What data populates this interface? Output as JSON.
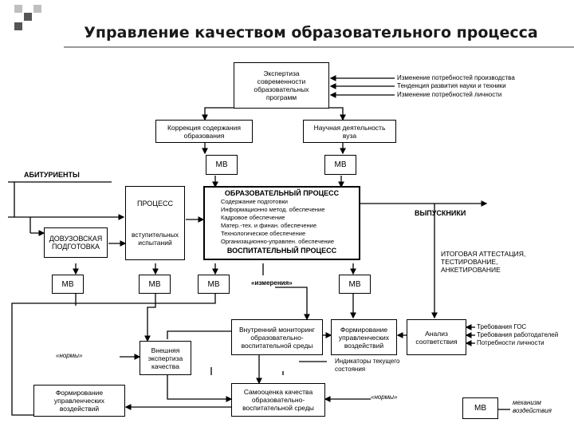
{
  "title": "Управление качеством образовательного процесса",
  "boxes": {
    "expertise": "Экспертиза\nсовременности\nобразовательных\nпрограмм",
    "correction": "Коррекция содержания\nобразования",
    "science": "Научная деятельность\nвуза",
    "process": "ПРОЦЕСС",
    "entrance_exams": "вступительных\nиспытаний",
    "preuniversity": "ДОВУЗОВСКАЯ\nПОДГОТОВКА",
    "edu_process_title": "ОБРАЗОВАТЕЛЬНЫЙ ПРОЦЕСС",
    "edu_process_items": [
      "Содержание подготовки",
      "Информационно метод. обеспечение",
      "Кадровое обеспечение",
      "Матер.-тех. и финан. обеспечение",
      "Технологическое обеспечение",
      "Организационно-управлен. обеспечение"
    ],
    "upbringing_title": "ВОСПИТАТЕЛЬНЫЙ ПРОЦЕСС",
    "internal_monitoring": "Внутренний мониторинг\nобразовательно-\nвоспитательной среды",
    "forming_upper": "Формирование\nуправленческих\nвоздействий",
    "analysis": "Анализ\nсоответствия",
    "external_expertise": "Внешняя\nэкспертиза\nкачества",
    "forming_lower": "Формирование\nуправленческих\nвоздействий",
    "self_assessment": "Самооценка качества\nобразовательно-\nвоспитательной среды",
    "mv": "МВ"
  },
  "labels": {
    "needs": [
      "Изменение потребностей производства",
      "Тенденция развития науки и техники",
      "Изменение потребностей личности"
    ],
    "applicants": "АБИТУРИЕНТЫ",
    "graduates": "ВЫПУСКНИКИ",
    "certification": "ИТОГОВАЯ АТТЕСТАЦИЯ,\nТЕСТИРОВАНИЕ,\nАНКЕТИРОВАНИЕ",
    "measurements": "«измерения»",
    "requirements": [
      "Требования ГОС",
      "Требования работодателей",
      "Потребности личности"
    ],
    "norms_left": "«нормы»",
    "norms_right": "«нормы»",
    "indicators": "Индикаторы текущего\nсостояния",
    "legend": "механизм\nвоздействия"
  },
  "colors": {
    "title": "#1a1a1a",
    "accent_dark": "#555555",
    "accent_light": "#bfbfbf"
  }
}
